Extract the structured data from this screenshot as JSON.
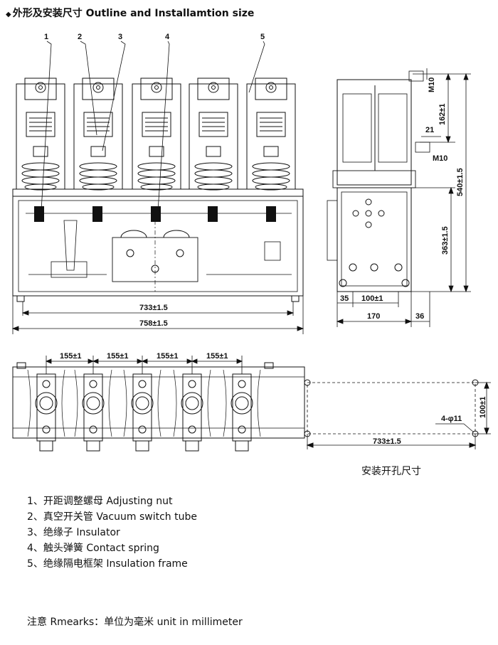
{
  "header": {
    "title": "外形及安装尺寸 Outline and Installamtion size",
    "bullet": "◆"
  },
  "callouts": [
    "1",
    "2",
    "3",
    "4",
    "5"
  ],
  "front_view": {
    "dim_inner": "733±1.5",
    "dim_outer": "758±1.5"
  },
  "side_view": {
    "dim_m10_top": "M10",
    "dim_162": "162±1",
    "dim_21": "21",
    "dim_m10_mid": "M10",
    "dim_540": "540±1.5",
    "dim_363": "363±1.5",
    "dim_35": "35",
    "dim_100": "100±1",
    "dim_170": "170",
    "dim_36": "36"
  },
  "top_view": {
    "pitch_labels": [
      "155±1",
      "155±1",
      "155±1",
      "155±1"
    ]
  },
  "hole_view": {
    "dim_100": "100±1",
    "dim_holes": "4-φ11",
    "dim_733": "733±1.5",
    "caption": "安装开孔尺寸"
  },
  "legend": [
    "1、开距调整螺母 Adjusting nut",
    "2、真空开关管 Vacuum switch tube",
    "3、绝缘子 Insulator",
    "4、触头弹簧 Contact spring",
    "5、绝缘隔电框架 Insulation frame"
  ],
  "note": "注意 Rmearks：单位为毫米 unit in millimeter"
}
